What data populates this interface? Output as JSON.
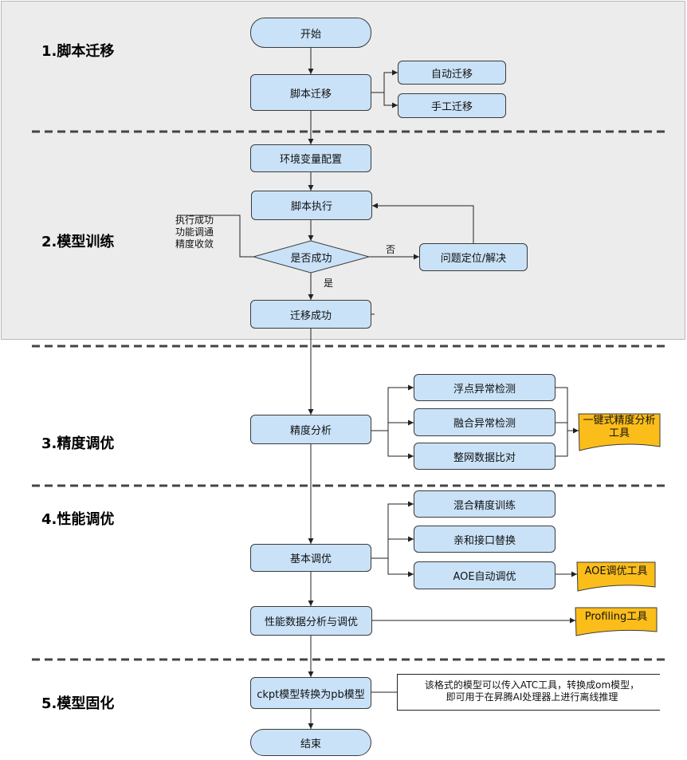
{
  "sections": [
    {
      "id": "s1",
      "title": "1.脚本迁移"
    },
    {
      "id": "s2",
      "title": "2.模型训练"
    },
    {
      "id": "s3",
      "title": "3.精度调优"
    },
    {
      "id": "s4",
      "title": "4.性能调优"
    },
    {
      "id": "s5",
      "title": "5.模型固化"
    }
  ],
  "nodes": {
    "start": "开始",
    "script_migration": "脚本迁移",
    "auto_migration": "自动迁移",
    "manual_migration": "手工迁移",
    "env_config": "环境变量配置",
    "script_exec": "脚本执行",
    "is_success": "是否成功",
    "problem_locate": "问题定位/解决",
    "migration_success": "迁移成功",
    "precision_analysis": "精度分析",
    "float_anomaly": "浮点异常检测",
    "fusion_anomaly": "融合异常检测",
    "network_compare": "整网数据比对",
    "basic_tuning": "基本调优",
    "mixed_precision": "混合精度训练",
    "affinity_api": "亲和接口替换",
    "aoe_auto": "AOE自动调优",
    "perf_analysis": "性能数据分析与调优",
    "ckpt_convert": "ckpt模型转换为pb模型",
    "end": "结束"
  },
  "notes": {
    "success_criteria": [
      "执行成功",
      "功能调通",
      "精度收敛"
    ],
    "om_note": [
      "该格式的模型可以传入ATC工具，转换成om模型，",
      "即可用于在昇腾AI处理器上进行离线推理"
    ]
  },
  "tools": {
    "precision_tool": "一键式精度分析工具",
    "aoe_tool": "AOE调优工具",
    "profiling_tool": "Profiling工具"
  },
  "edge_labels": {
    "no": "否",
    "yes": "是"
  },
  "colors": {
    "node_fill": "#c9e2f8",
    "tool_fill": "#fbbd1a",
    "band_fill": "#ececec"
  }
}
